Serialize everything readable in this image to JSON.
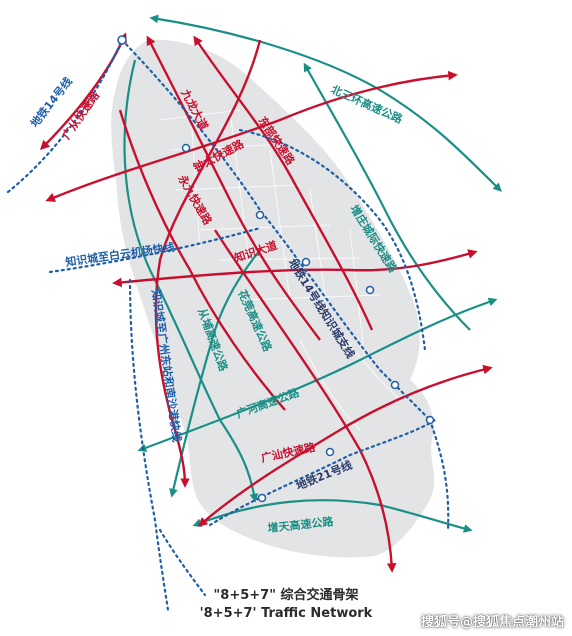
{
  "caption": {
    "zh": "\"8+5+7\" 综合交通骨架",
    "en": "'8+5+7' Traffic Network"
  },
  "watermark": "搜狐号@搜狐焦点潮州站",
  "labels": {
    "metro14": "地铁14号线",
    "guangcong": "广从快速路",
    "jiulong": "九龙大道",
    "dongbu": "东部快速路",
    "beisanhuan": "北三环高速公路",
    "zhongtai": "钟太快速路",
    "yongjiu": "永九快速路",
    "zengzhuang": "增庄城际快速路",
    "zhishi_baiyun": "知识城至白云机场快线",
    "zhishi_avenue": "知识大道",
    "metro14_branch": "地铁14号线知识城支线",
    "zhishi_dongzhan": "知识城至广州东站和南沙港快线",
    "hualong": "花莞高速公路",
    "conghuang": "从埔高速公路",
    "guanghe": "广河高速公路",
    "guangshan": "广汕快速路",
    "metro21": "地铁21号线",
    "zengtian": "增天高速公路"
  },
  "colors": {
    "road_red": "#c8102e",
    "highway_teal": "#1a8f86",
    "metro_blue": "#1f5fa8",
    "land_gray": "#e3e4e6"
  }
}
